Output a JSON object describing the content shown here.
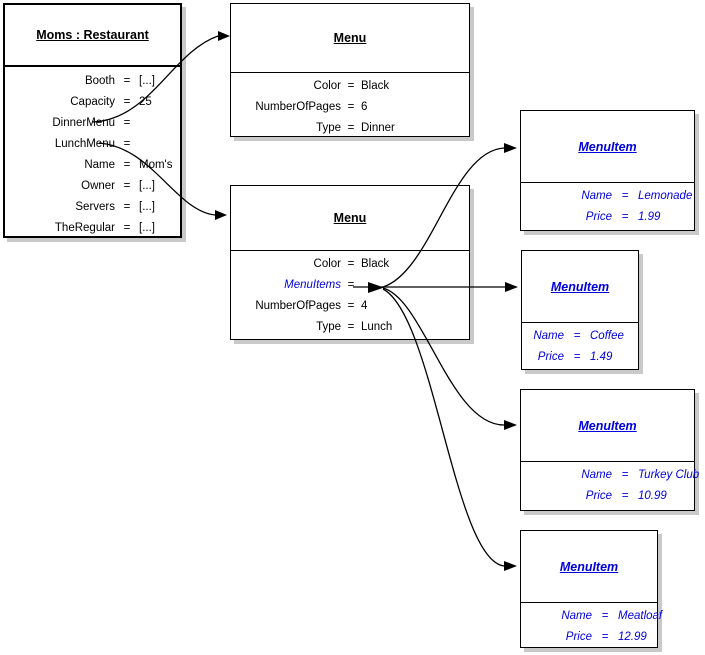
{
  "eq": "=",
  "colors": {
    "link_blue": "#0000dd",
    "border": "#000000",
    "shadow": "#c9c9c9",
    "background": "#ffffff"
  },
  "boxes": {
    "restaurant": {
      "title": "Moms : Restaurant",
      "attributes": [
        {
          "name": "Booth",
          "value": "[...]"
        },
        {
          "name": "Capacity",
          "value": "25"
        },
        {
          "name": "DinnerMenu",
          "value": ""
        },
        {
          "name": "LunchMenu",
          "value": ""
        },
        {
          "name": "Name",
          "value": "Mom's"
        },
        {
          "name": "Owner",
          "value": "[...]"
        },
        {
          "name": "Servers",
          "value": "[...]"
        },
        {
          "name": "TheRegular",
          "value": "[...]"
        }
      ]
    },
    "dinner_menu": {
      "title": "Menu",
      "attributes": [
        {
          "name": "Color",
          "value": "Black"
        },
        {
          "name": "NumberOfPages",
          "value": "6"
        },
        {
          "name": "Type",
          "value": "Dinner"
        }
      ]
    },
    "lunch_menu": {
      "title": "Menu",
      "attributes": [
        {
          "name": "Color",
          "value": "Black"
        },
        {
          "name": "MenuItems",
          "value": ""
        },
        {
          "name": "NumberOfPages",
          "value": "4"
        },
        {
          "name": "Type",
          "value": "Lunch"
        }
      ]
    },
    "menu_item_1": {
      "title": "MenuItem",
      "attributes": [
        {
          "name": "Name",
          "value": "Lemonade"
        },
        {
          "name": "Price",
          "value": "1.99"
        }
      ]
    },
    "menu_item_2": {
      "title": "MenuItem",
      "attributes": [
        {
          "name": "Name",
          "value": "Coffee"
        },
        {
          "name": "Price",
          "value": "1.49"
        }
      ]
    },
    "menu_item_3": {
      "title": "MenuItem",
      "attributes": [
        {
          "name": "Name",
          "value": "Turkey Club"
        },
        {
          "name": "Price",
          "value": "10.99"
        }
      ]
    },
    "menu_item_4": {
      "title": "MenuItem",
      "attributes": [
        {
          "name": "Name",
          "value": "Meatloaf"
        },
        {
          "name": "Price",
          "value": "12.99"
        }
      ]
    }
  }
}
